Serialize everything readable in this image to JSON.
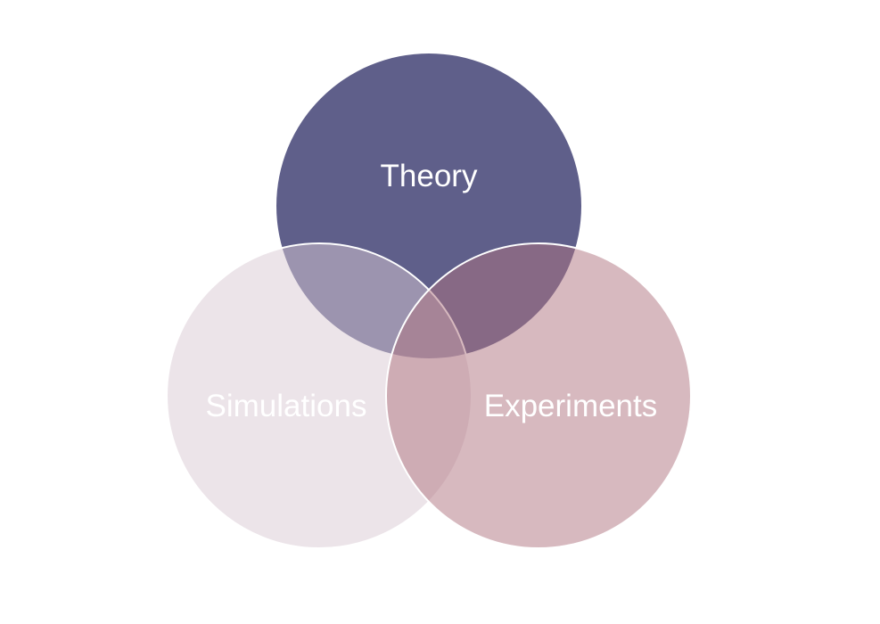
{
  "diagram": {
    "circles": [
      {
        "id": "theory",
        "label": "Theory",
        "color": "#5f5f8a"
      },
      {
        "id": "simulations",
        "label": "Simulations",
        "color": "#d9c9d3"
      },
      {
        "id": "experiments",
        "label": "Experiments",
        "color": "#b07480"
      }
    ],
    "outline_color": "#ffffff"
  }
}
